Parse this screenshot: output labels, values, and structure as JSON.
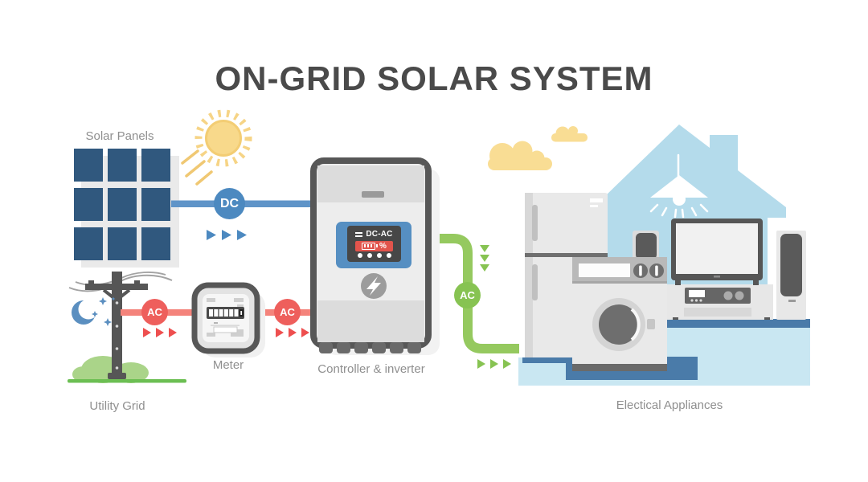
{
  "title": "ON-GRID SOLAR SYSTEM",
  "labels": {
    "solar_panels": "Solar Panels",
    "meter": "Meter",
    "utility_grid": "Utility Grid",
    "controller_inverter": "Controller & inverter",
    "electrical_appliances": "Electical Appliances"
  },
  "badges": {
    "dc": "DC",
    "ac_utility": "AC",
    "ac_meter": "AC",
    "ac_house": "AC"
  },
  "controller_display": {
    "mode_label": "DC-AC",
    "percent_label": "%"
  },
  "colors": {
    "panel_blue": "#30587E",
    "dc_blue": "#4C89C0",
    "ac_red": "#EE5F5C",
    "ac_green": "#87C352",
    "house_blue": "#B4DBEB",
    "floor_blue": "#C9E7F2",
    "shadow_blue": "#4A7BA9",
    "sun_yellow": "#F8D98B",
    "appliance_gray": "#E9E9E9",
    "frame_gray": "#575757",
    "title_gray": "#4A4A4A",
    "label_gray": "#8F8F8F"
  },
  "icons": {
    "sun": "sun-icon",
    "moon": "moon-icon",
    "stars": "stars-icon",
    "clouds": "cloud-icon",
    "lamp": "pendant-lamp-icon",
    "logo": "lightning-logo-icon",
    "battery": "battery-icon",
    "menu": "menu-lines-icon"
  }
}
